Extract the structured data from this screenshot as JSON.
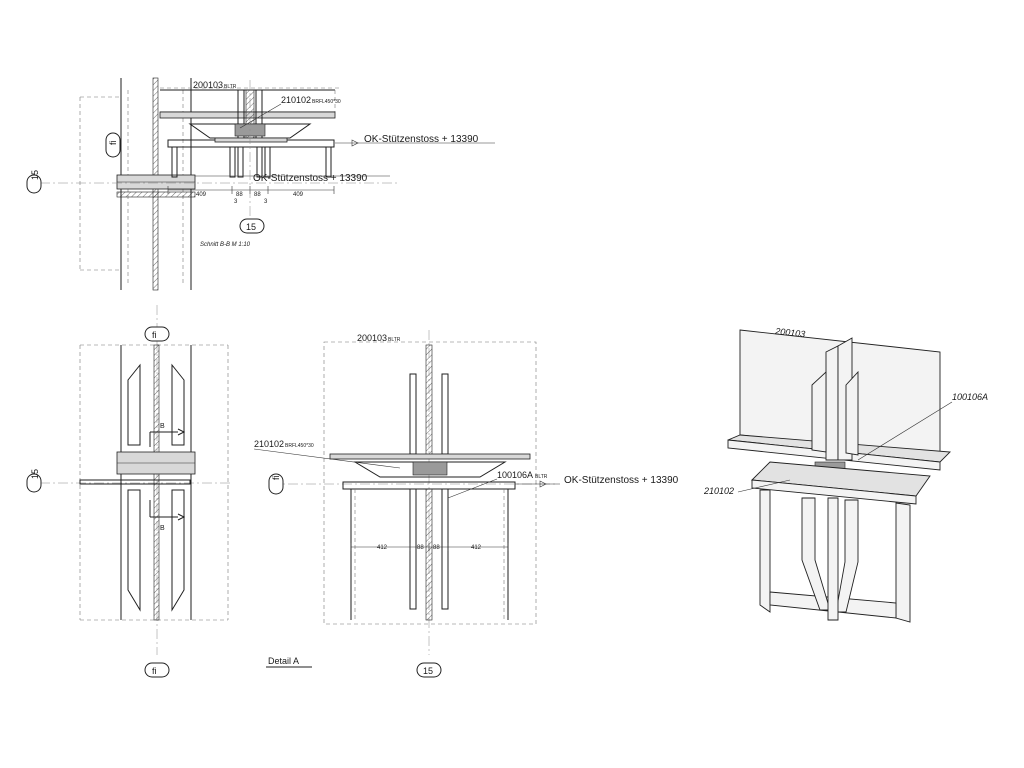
{
  "section_bb": {
    "part_top": "200103",
    "part_top_suffix": "BLTR",
    "part_plate": "210102",
    "part_plate_suffix": "BRFL450*30",
    "level_label_upper": "OK-Stützenstoss + 13390",
    "level_label_lower": "OK-Stützenstoss + 13390",
    "grid_axis_left": "15",
    "grid_axis_bottom": "15",
    "grid_axis_column": "fi",
    "dims": [
      "409",
      "88",
      "88",
      "409"
    ],
    "dims_small": [
      "3",
      "3"
    ],
    "caption": "Schnitt B-B   M 1:10"
  },
  "side_view": {
    "grid_axis_top": "fi",
    "grid_axis_left": "15",
    "grid_axis_bottom": "fi",
    "section_mark": "B"
  },
  "front_view": {
    "part_top": "200103",
    "part_top_suffix": "BLTR",
    "part_plate": "210102",
    "part_plate_suffix": "BRFL450*30",
    "part_stiffener": "100106A",
    "part_stiffener_suffix": "BLTR",
    "level_label": "OK-Stützenstoss + 13390",
    "grid_axis_left": "fi",
    "grid_axis_bottom": "15",
    "dims": [
      "412",
      "88",
      "88",
      "412"
    ],
    "caption": "Detail A"
  },
  "iso_view": {
    "part_top": "200103",
    "part_stiffener": "100106A",
    "part_plate": "210102"
  }
}
